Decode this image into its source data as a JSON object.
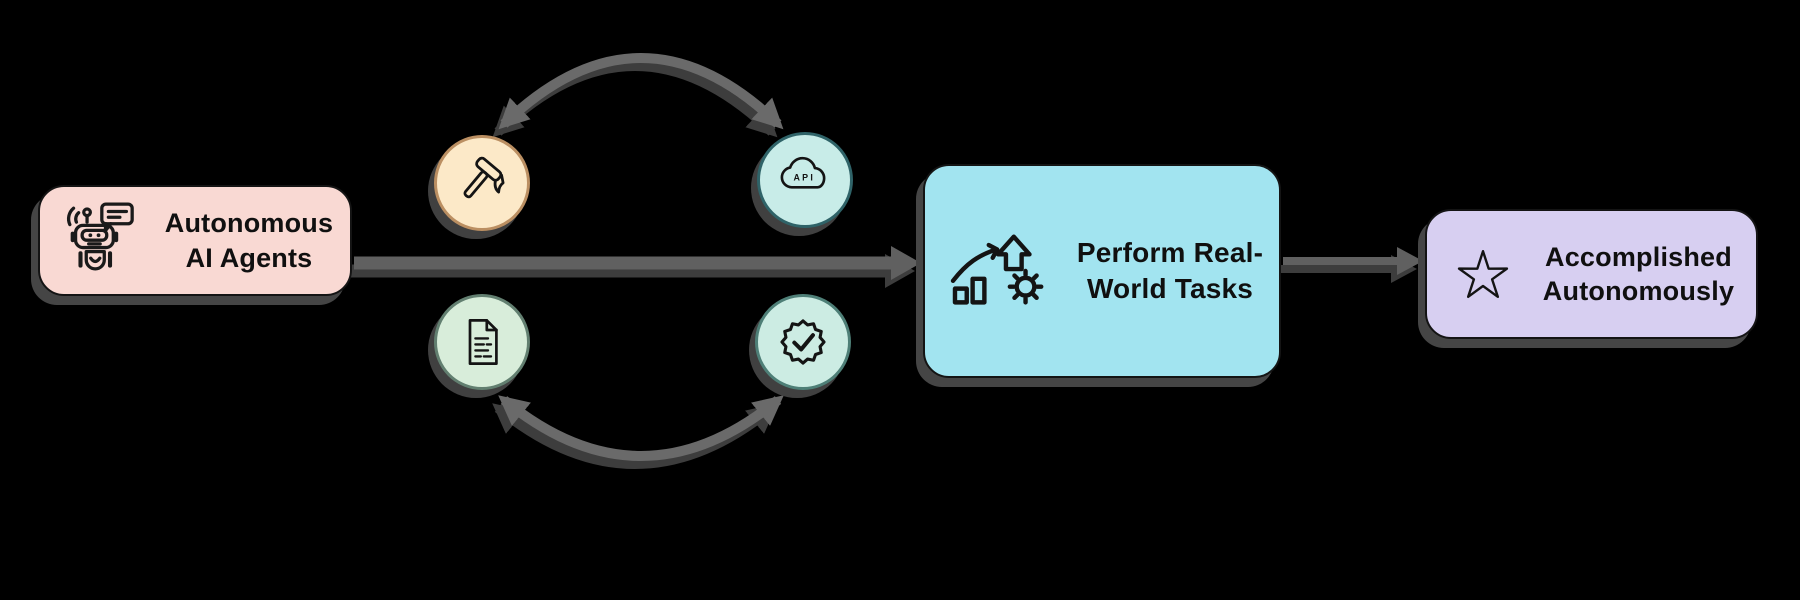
{
  "title": "Autonomous AI agents workflow diagram",
  "canvas": {
    "background": "#000000",
    "arrow_color": "#606060",
    "arc_color": "#6a6a6a",
    "shadow_color": "#3d3d3d"
  },
  "nodes": {
    "agents_box": {
      "label": "Autonomous\nAI Agents",
      "fill": "#f9d9d3",
      "border": "#141414",
      "icon": "robot-icon"
    },
    "tasks_box": {
      "label": "Perform Real-\nWorld Tasks",
      "fill": "#a2e4f0",
      "border": "#141414",
      "icon": "growth-gear-icon"
    },
    "outcome_box": {
      "label": "Accomplished\nAutonomously",
      "fill": "#d7cff1",
      "border": "#141414",
      "icon": "star-icon"
    }
  },
  "loop_badges": {
    "tools": {
      "icon": "hammer-icon",
      "fill": "#fce9c8",
      "border": "#bb8f62"
    },
    "api": {
      "icon": "api-cloud-icon",
      "cloud_label": "API",
      "fill": "#c8ece8",
      "border": "#2f6368"
    },
    "document": {
      "icon": "document-icon",
      "fill": "#d8edda",
      "border": "#627f70"
    },
    "verified": {
      "icon": "verified-check-icon",
      "fill": "#ccece3",
      "border": "#4e7f77"
    }
  },
  "connections": [
    {
      "from": "agents_box",
      "to": "tasks_box",
      "type": "straight-arrow"
    },
    {
      "from": "tasks_box",
      "to": "outcome_box",
      "type": "straight-arrow"
    },
    {
      "from": "tools",
      "to": "api",
      "type": "arc-double-arrow",
      "position": "top"
    },
    {
      "from": "document",
      "to": "verified",
      "type": "arc-double-arrow",
      "position": "bottom"
    }
  ]
}
